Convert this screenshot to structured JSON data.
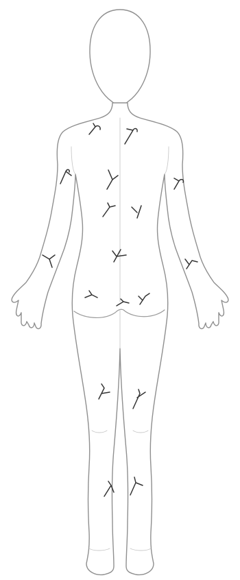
{
  "figure": {
    "view": "posterior",
    "outline_color": "#8f8f8f",
    "mark_color": "#333333",
    "mark_icon": "y-shaped-tick-mark",
    "marked_regions": [
      "upper-back-left",
      "upper-back-right",
      "upper-arm-left",
      "upper-arm-right",
      "mid-back",
      "lower-back-left",
      "lower-back-right",
      "lumbar",
      "forearm-left",
      "forearm-right",
      "buttock-left",
      "gluteal-cleft",
      "buttock-right",
      "thigh-left",
      "thigh-right",
      "calf-left",
      "calf-right"
    ]
  }
}
